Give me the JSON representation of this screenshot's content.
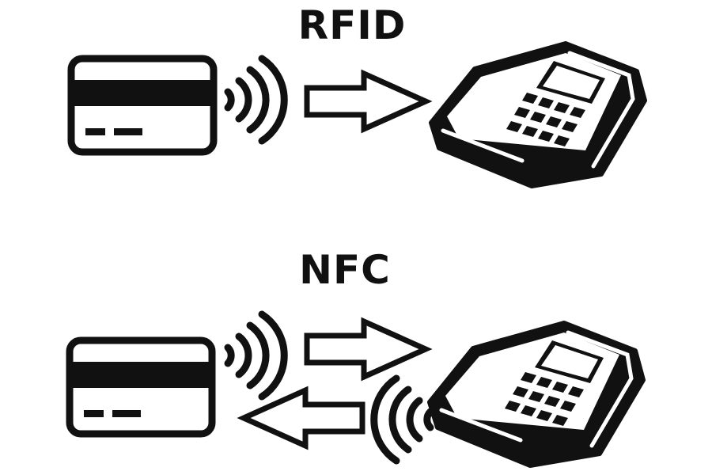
{
  "sections": [
    {
      "title": "RFID",
      "mode": "one-way"
    },
    {
      "title": "NFC",
      "mode": "two-way"
    }
  ],
  "icons": {
    "card": "credit-card-icon",
    "waves": "contactless-waves-icon",
    "terminal": "payment-terminal-icon",
    "arrow_right": "arrow-right-icon",
    "arrow_left": "arrow-left-icon"
  },
  "colors": {
    "ink": "#111111",
    "background": "#ffffff"
  }
}
